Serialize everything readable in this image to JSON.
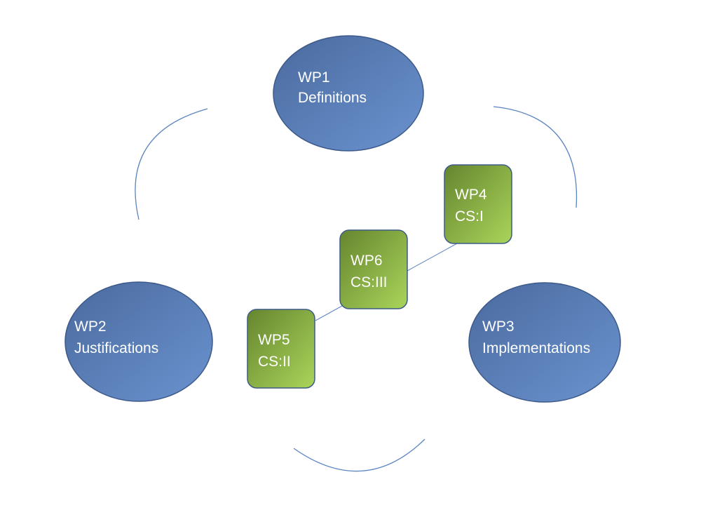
{
  "diagram": {
    "ellipses": [
      {
        "id": "wp1",
        "title": "WP1",
        "subtitle": "Definitions"
      },
      {
        "id": "wp2",
        "title": "WP2",
        "subtitle": "Justifications"
      },
      {
        "id": "wp3",
        "title": "WP3",
        "subtitle": "Implementations"
      }
    ],
    "boxes": [
      {
        "id": "wp4",
        "title": "WP4",
        "subtitle": "CS:I"
      },
      {
        "id": "wp6",
        "title": "WP6",
        "subtitle": "CS:III"
      },
      {
        "id": "wp5",
        "title": "WP5",
        "subtitle": "CS:II"
      }
    ],
    "connections": [
      {
        "from": "wp4",
        "to": "wp6"
      },
      {
        "from": "wp6",
        "to": "wp5"
      }
    ],
    "colors": {
      "ellipse_dark": "#4a6a9e",
      "ellipse_light": "#6b93d0",
      "ellipse_stroke": "#3d5a8a",
      "box_dark": "#6a8a32",
      "box_light": "#a8d45a",
      "box_stroke": "#3d5a8a",
      "arc": "#5b84c2"
    }
  }
}
